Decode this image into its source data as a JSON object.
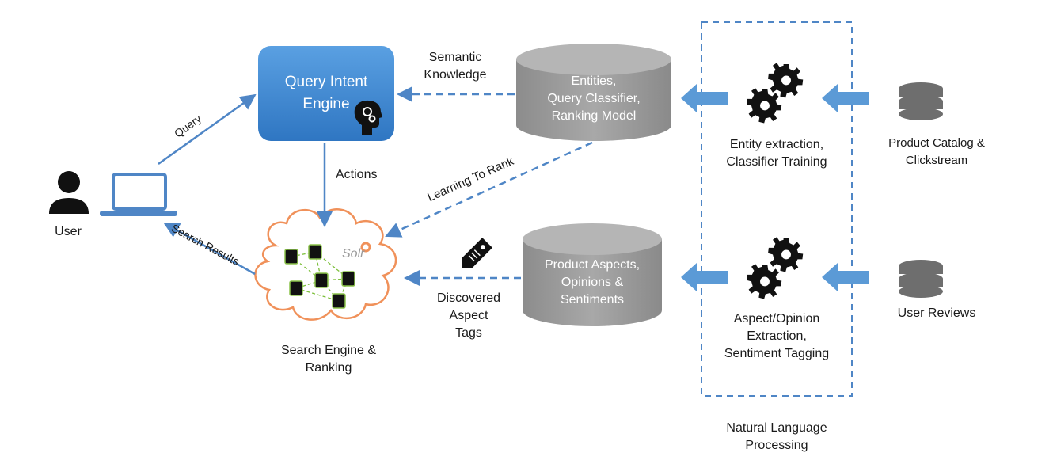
{
  "nodes": {
    "user": "User",
    "query_intent_engine": [
      "Query Intent",
      "Engine"
    ],
    "knowledge_db": [
      "Entities,",
      "Query Classifier,",
      "Ranking Model"
    ],
    "aspects_db": [
      "Product Aspects,",
      "Opinions &",
      "Sentiments"
    ],
    "search_engine": [
      "Search Engine &",
      "Ranking"
    ],
    "solr": "Solr",
    "entity_extraction": [
      "Entity extraction,",
      "Classifier Training"
    ],
    "aspect_extraction": [
      "Aspect/Opinion",
      "Extraction,",
      "Sentiment Tagging"
    ],
    "product_catalog": [
      "Product Catalog &",
      "Clickstream"
    ],
    "user_reviews": "User Reviews",
    "nlp_group": [
      "Natural Language",
      "Processing"
    ]
  },
  "edges": {
    "query": "Query",
    "actions": "Actions",
    "search_results": "Search Results",
    "semantic_knowledge": [
      "Semantic",
      "Knowledge"
    ],
    "learning_to_rank": "Learning To Rank",
    "discovered_tags": [
      "Discovered",
      "Aspect",
      "Tags"
    ]
  },
  "colors": {
    "accent_blue": "#4f86c6",
    "engine_fill": "#3d86d0",
    "cylinder_gray": "#9e9e9e",
    "cloud_stroke": "#f0915a",
    "node_green": "#8bc34a"
  }
}
